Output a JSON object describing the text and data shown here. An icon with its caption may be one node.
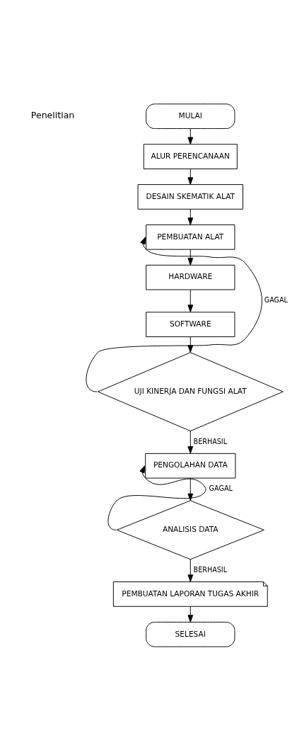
{
  "diagram": {
    "nodes": [
      {
        "text": [
          "MULAI"
        ]
      },
      {
        "text": [
          "ALUR PERENCANAAN"
        ]
      },
      {
        "text": [
          "DESAIN SKEMATIK ALAT"
        ]
      },
      {
        "text": [
          "PEMBUATAN ALAT"
        ]
      },
      {
        "text": [
          "HARDWARE"
        ]
      },
      {
        "text": [
          "SOFTWARE"
        ]
      },
      {
        "text": [
          "UJI KINERJA DAN FUNGSI ALAT"
        ]
      },
      {
        "text": [
          "PENGOLAHAN DATA"
        ]
      },
      {
        "text": [
          "ANALISIS DATA"
        ]
      },
      {
        "text": [
          "PEMBUATAN LAPORAN TUGAS AKHIR"
        ]
      },
      {
        "text": [
          "SELESAI"
        ]
      }
    ],
    "edges": [
      {
        "from": 0,
        "to": 1,
        "arrow": "to"
      },
      {
        "from": 1,
        "to": 2,
        "arrow": "to"
      },
      {
        "from": 2,
        "to": 3,
        "arrow": "to"
      },
      {
        "from": 3,
        "to": 4,
        "arrow": "to"
      },
      {
        "from": 4,
        "to": 5,
        "arrow": "to"
      },
      {
        "from": 5,
        "to": 6,
        "arrow": "to"
      },
      {
        "from": 6,
        "to": 3,
        "arrow": "to",
        "label": "GAGAL"
      },
      {
        "from": 6,
        "to": 7,
        "arrow": "to",
        "label": "BERHASIL"
      },
      {
        "from": 7,
        "to": 8,
        "arrow": "to"
      },
      {
        "from": 8,
        "to": 7,
        "arrow": "to",
        "label": "GAGAL"
      },
      {
        "from": 8,
        "to": 9,
        "arrow": "to",
        "label": "BERHASIL"
      },
      {
        "from": 9,
        "to": 10,
        "arrow": "to"
      }
    ],
    "labels": [
      "Penelitian"
    ]
  }
}
